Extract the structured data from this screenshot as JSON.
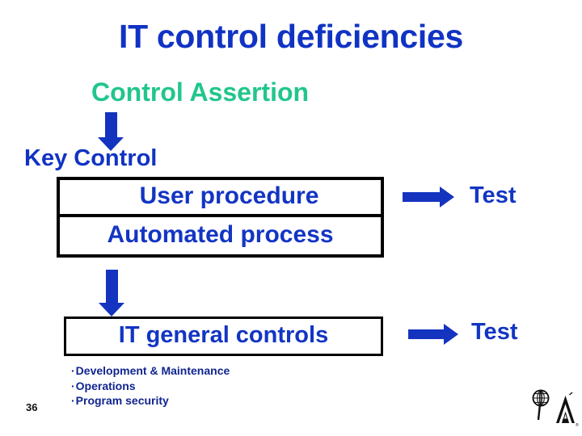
{
  "slide": {
    "title": "IT control deficiencies",
    "page_number": "36",
    "colors": {
      "title_blue": "#1133c4",
      "assertion_green": "#22c68c",
      "body_blue": "#1335c3",
      "arrow_blue": "#1434c0",
      "bullet_blue": "#10258f",
      "box_border": "#000000",
      "background": "#ffffff"
    }
  },
  "flow": {
    "assertion_label": "Control Assertion",
    "assertion_arrow_icon": "arrow-down-icon",
    "key_control_label": "Key Control",
    "key_control_rows": [
      {
        "label": "User procedure"
      },
      {
        "label": "Automated process"
      }
    ],
    "key_control_arrow_icon": "arrow-right-icon",
    "key_control_test_label": "Test",
    "igc_down_arrow_icon": "arrow-down-icon",
    "igc_box_label": "IT general controls",
    "igc_arrow_icon": "arrow-right-icon",
    "igc_test_label": "Test"
  },
  "bullets": [
    {
      "marker": "·",
      "label": "Development & Maintenance"
    },
    {
      "marker": "·",
      "label": "Operations"
    },
    {
      "marker": "·",
      "label": "Program security"
    }
  ],
  "logo": {
    "name": "iia-logo",
    "alt_text": "IIA"
  }
}
